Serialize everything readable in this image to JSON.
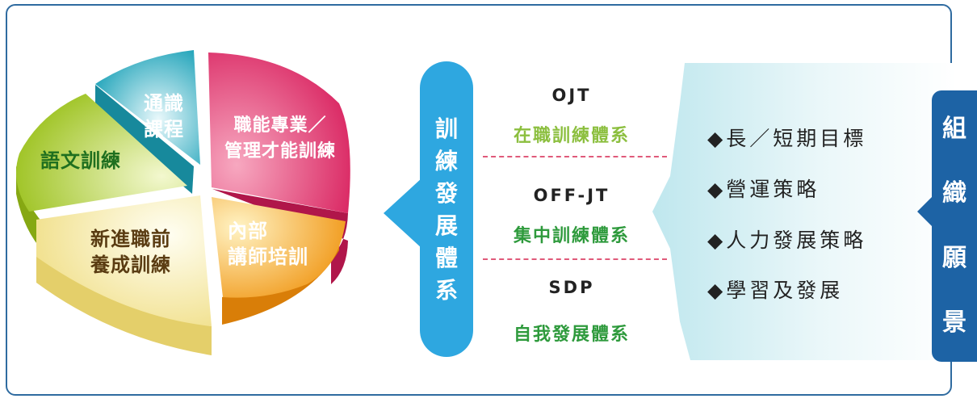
{
  "pie": {
    "segments": [
      {
        "id": "general",
        "lines": [
          "通識",
          "課程"
        ],
        "color": "#2db5c8"
      },
      {
        "id": "professional",
        "lines": [
          "職能專業／",
          "管理才能訓練"
        ],
        "color": "#e3336c"
      },
      {
        "id": "instructor",
        "lines": [
          "內部",
          "講師培訓"
        ],
        "color": "#f5a21d"
      },
      {
        "id": "newcomer",
        "lines": [
          "新進職前",
          "養成訓練"
        ],
        "color": "#f3e7a2"
      },
      {
        "id": "language",
        "lines": [
          "語文訓練"
        ],
        "color": "#b3d235"
      }
    ],
    "label_colors": {
      "general": "#ffffff",
      "professional": "#ffffff",
      "instructor": "#ffffff",
      "newcomer": "#5a3c12",
      "language": "#1f6f1f"
    }
  },
  "pillar": {
    "chars": [
      "訓",
      "練",
      "發",
      "展",
      "體",
      "系"
    ],
    "color": "#2ea7e0"
  },
  "systems": [
    {
      "code": "OJT",
      "name": "在職訓練體系",
      "name_color": "#8cbf3f"
    },
    {
      "code": "OFF-JT",
      "name": "集中訓練體系",
      "name_color": "#2e9a3c"
    },
    {
      "code": "SDP",
      "name": "自我發展體系",
      "name_color": "#2e9a3c"
    }
  ],
  "goals": [
    "◆長／短期目標",
    "◆營運策略",
    "◆人力發展策略",
    "◆學習及發展"
  ],
  "vision": {
    "chars": [
      "組",
      "織",
      "願",
      "景"
    ],
    "color": "#1d63a5"
  }
}
